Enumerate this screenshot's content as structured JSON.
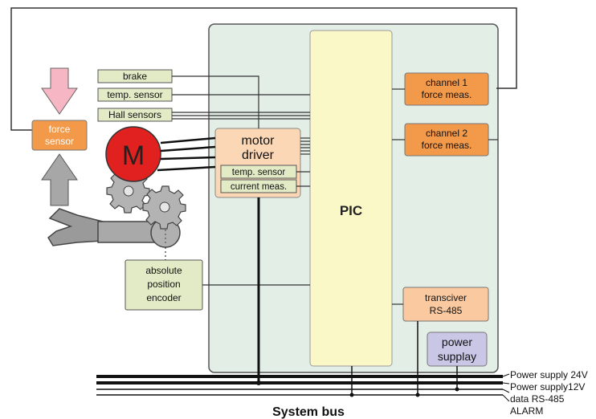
{
  "labels": {
    "brake": "brake",
    "temp_sensor_left": "temp. sensor",
    "hall_sensors": "Hall sensors",
    "force_sensor_line1": "force",
    "force_sensor_line2": "sensor",
    "motor_symbol": "M",
    "motor_driver_line1": "motor",
    "motor_driver_line2": "driver",
    "temp_sensor_driver": "temp. sensor",
    "current_meas": "current meas.",
    "pic": "PIC",
    "channel1_line1": "channel 1",
    "channel1_line2": "force meas.",
    "channel2_line1": "channel 2",
    "channel2_line2": "force meas.",
    "encoder_line1": "absolute",
    "encoder_line2": "position",
    "encoder_line3": "encoder",
    "transceiver_line1": "transciver",
    "transceiver_line2": "RS-485",
    "power_line1": "power",
    "power_line2": "supplay",
    "system_bus": "System bus",
    "bus_24v": "Power supply 24V",
    "bus_12v": "Power supply12V",
    "bus_rs485": "data RS-485",
    "bus_alarm": "ALARM"
  },
  "colors": {
    "board": "#e3eee6",
    "pic": "#fbf8c8",
    "driver": "#fbd7b6",
    "orange": "#f2994a",
    "peach": "#fbc9a0",
    "sensor_label": "#e2ebc6",
    "power": "#c9c6e6",
    "motor": "#e0211f",
    "arrow_pink": "#f6b6c3",
    "arrow_grey": "#a7a7a7"
  },
  "icons": {
    "motor": "motor-circle-icon",
    "gears": "gear-icon",
    "gripper": "gripper-arm-icon",
    "arrow_down": "arrow-down-icon",
    "arrow_up": "arrow-up-icon"
  }
}
